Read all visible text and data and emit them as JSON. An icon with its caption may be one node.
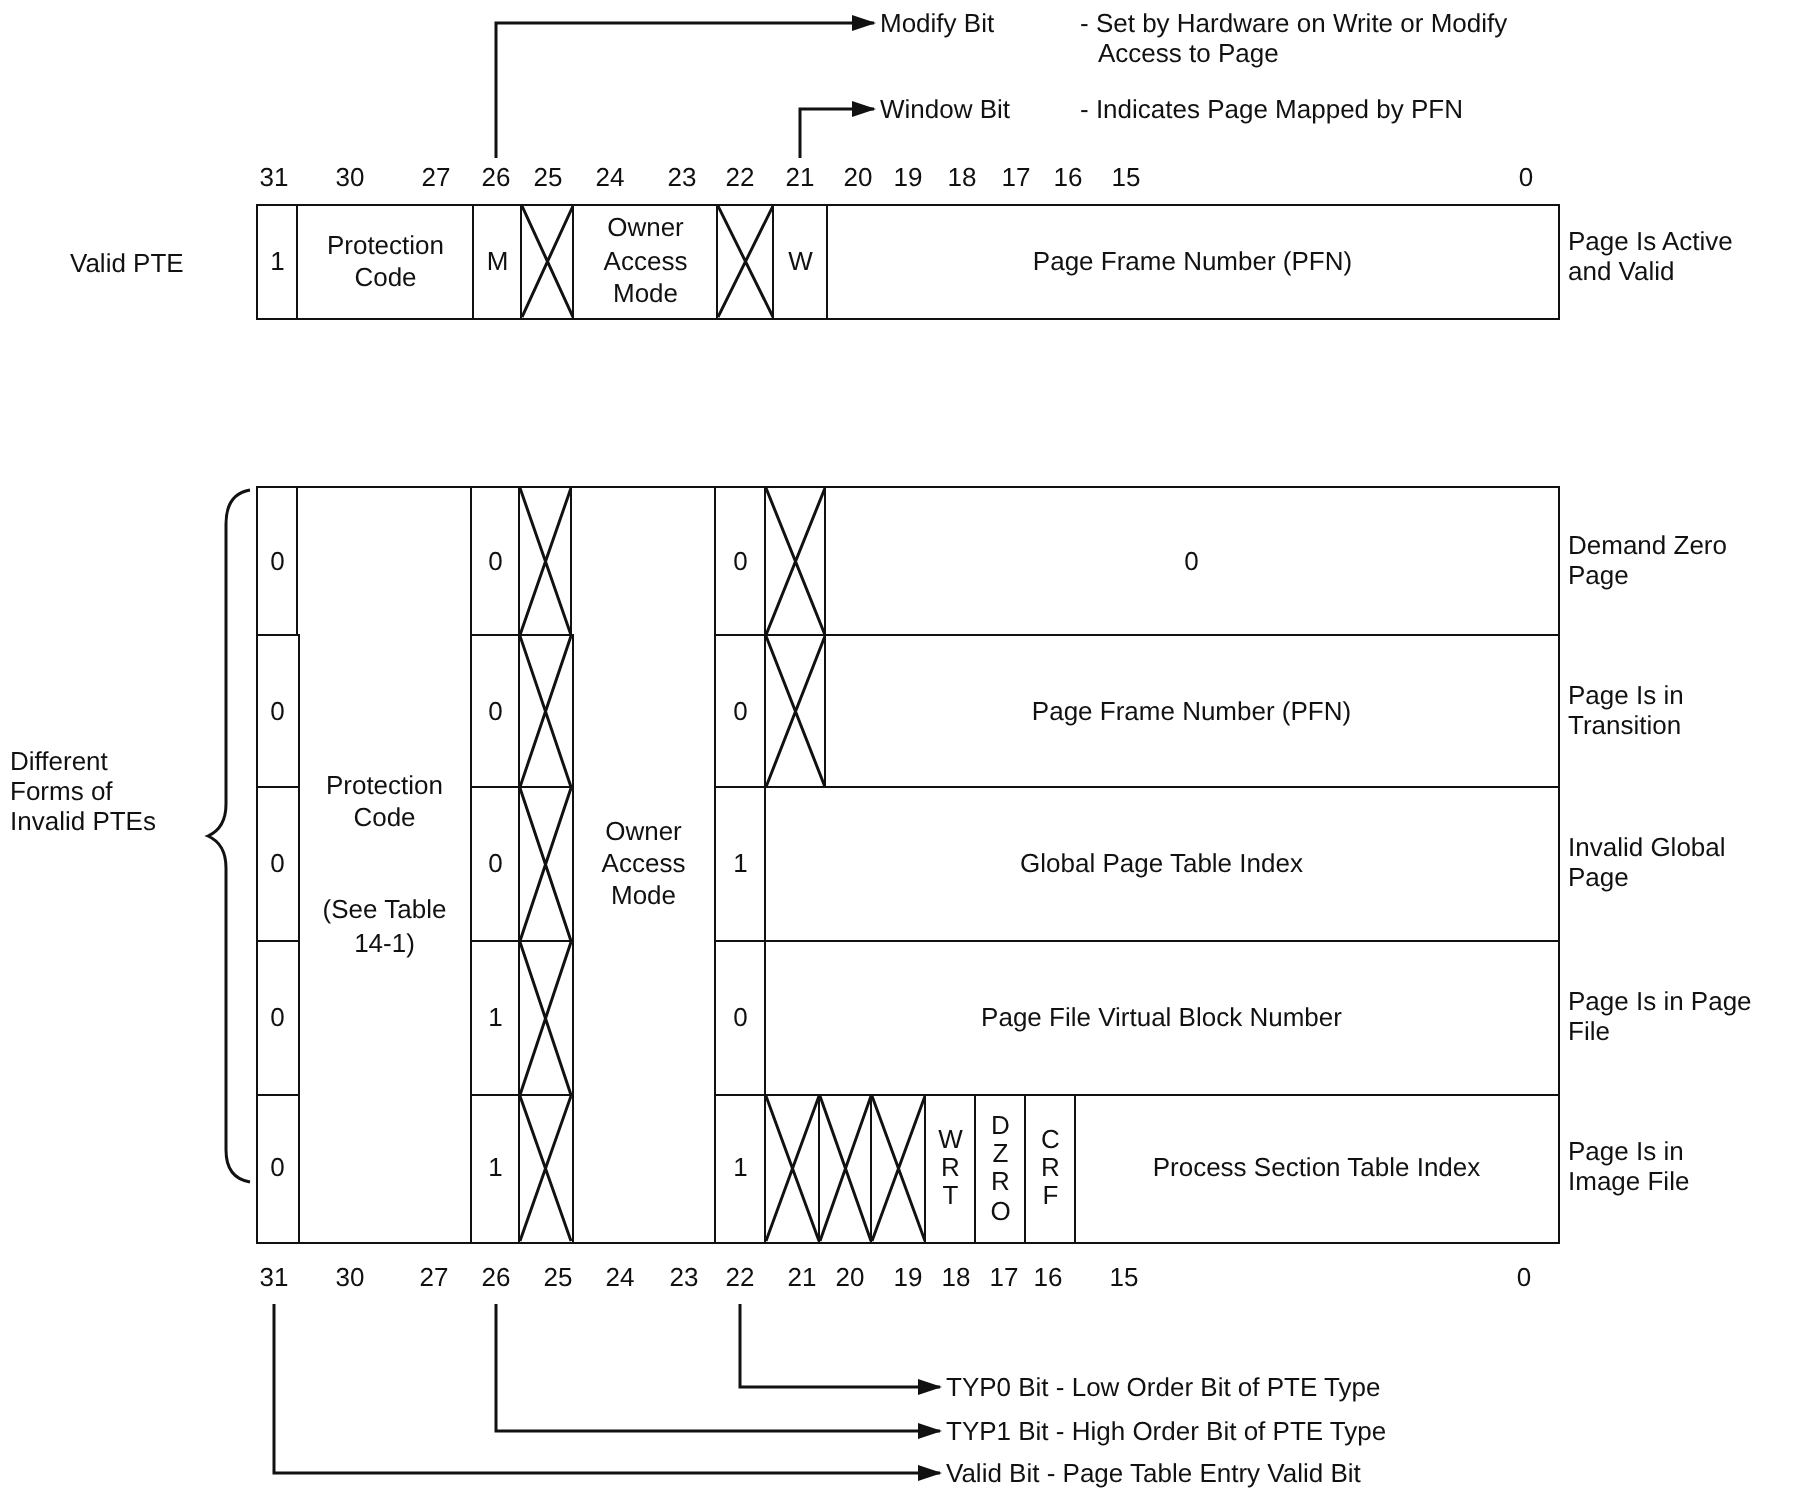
{
  "diagram": {
    "nodes": [
      {
        "text": [
          "Modify Bit",
          "- Set by Hardware on Write or Modify Access to Page"
        ]
      },
      {
        "text": [
          "Window Bit",
          "- Indicates Page Mapped by PFN"
        ]
      },
      {
        "text": [
          "26"
        ]
      },
      {
        "text": [
          "21"
        ]
      },
      {
        "text": [
          "1"
        ]
      },
      {
        "text": [
          "Protection Code"
        ]
      },
      {
        "text": [
          "M"
        ]
      },
      {
        "text": [],
        "shape": "box"
      },
      {
        "text": [
          "Owner Access Mode"
        ]
      },
      {
        "text": [],
        "shape": "box"
      },
      {
        "text": [
          "W"
        ]
      },
      {
        "text": [
          "Page Frame Number (PFN)"
        ]
      },
      {
        "text": [
          "0"
        ]
      },
      {
        "text": [
          "Protection Code",
          "(See Table 14-1)"
        ]
      },
      {
        "text": [
          "0"
        ]
      },
      {
        "text": [],
        "shape": "box"
      },
      {
        "text": [
          "Owner Access Mode"
        ]
      },
      {
        "text": [
          "0"
        ]
      },
      {
        "text": [],
        "shape": "box"
      },
      {
        "text": [
          "0"
        ]
      },
      {
        "text": [
          "0"
        ]
      },
      {
        "text": [
          "0"
        ]
      },
      {
        "text": [],
        "shape": "box"
      },
      {
        "text": [
          "0"
        ]
      },
      {
        "text": [],
        "shape": "box"
      },
      {
        "text": [
          "Page Frame Number (PFN)"
        ]
      },
      {
        "text": [
          "0"
        ]
      },
      {
        "text": [
          "0"
        ]
      },
      {
        "text": [],
        "shape": "box"
      },
      {
        "text": [
          "1"
        ]
      },
      {
        "text": [
          "Global Page Table Index"
        ]
      },
      {
        "text": [
          "0"
        ]
      },
      {
        "text": [
          "1"
        ]
      },
      {
        "text": [],
        "shape": "box"
      },
      {
        "text": [
          "0"
        ]
      },
      {
        "text": [
          "Page File Virtual Block Number"
        ]
      },
      {
        "text": [
          "0"
        ]
      },
      {
        "text": [
          "1"
        ]
      },
      {
        "text": [],
        "shape": "box"
      },
      {
        "text": [
          "1"
        ]
      },
      {
        "text": [],
        "shape": "box"
      },
      {
        "text": [],
        "shape": "box"
      },
      {
        "text": [],
        "shape": "box"
      },
      {
        "text": [
          "WRT"
        ]
      },
      {
        "text": [
          "DZRO"
        ]
      },
      {
        "text": [
          "CRF"
        ]
      },
      {
        "text": [
          "Process Section Table Index"
        ]
      },
      {
        "text": [
          "31"
        ]
      },
      {
        "text": [
          "26"
        ]
      },
      {
        "text": [
          "22"
        ]
      },
      {
        "text": [
          "TYP0 Bit - Low Order Bit of PTE Type"
        ]
      },
      {
        "text": [
          "TYP1 Bit - High Order Bit of PTE Type"
        ]
      },
      {
        "text": [
          "Valid Bit - Page Table Entry Valid Bit"
        ]
      }
    ],
    "edges": [
      {
        "from": 2,
        "to": 0,
        "arrow": "to"
      },
      {
        "from": 3,
        "to": 1,
        "arrow": "to"
      },
      {
        "from": 49,
        "to": 50,
        "arrow": "to"
      },
      {
        "from": 48,
        "to": 51,
        "arrow": "to"
      },
      {
        "from": 47,
        "to": 52,
        "arrow": "to"
      }
    ],
    "labels": [
      "31",
      "30",
      "27",
      "25",
      "24",
      "23",
      "22",
      "20",
      "19",
      "18",
      "17",
      "16",
      "15",
      "0",
      "Valid PTE",
      "Page Is Active and Valid",
      "Different Forms of Invalid PTEs",
      "Demand Zero Page",
      "Page Is in Transition",
      "Invalid Global Page",
      "Page Is in Page File",
      "Page Is in Image File",
      "30",
      "27",
      "25",
      "24",
      "23",
      "21",
      "20",
      "19",
      "18",
      "17",
      "16",
      "15",
      "0"
    ]
  }
}
